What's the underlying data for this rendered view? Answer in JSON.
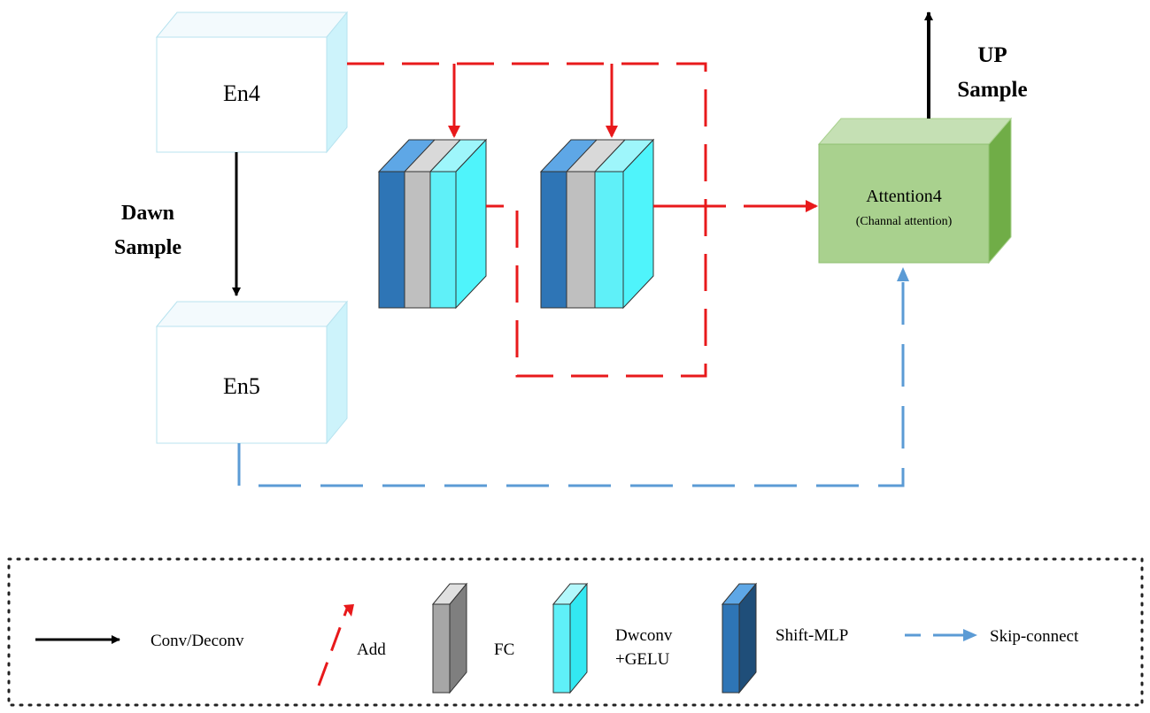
{
  "blocks": {
    "en4": "En4",
    "en5": "En5",
    "attention_title": "Attention4",
    "attention_subtitle": "(Channal attention)"
  },
  "labels": {
    "down_sample_line1": "Dawn",
    "down_sample_line2": "Sample",
    "up_sample_line1": "UP",
    "up_sample_line2": "Sample"
  },
  "legend": {
    "conv": "Conv/Deconv",
    "add": "Add",
    "fc": "FC",
    "dwconv_line1": "Dwconv",
    "dwconv_line2": "+GELU",
    "shift_mlp": "Shift-MLP",
    "skip": "Skip-connect"
  },
  "colors": {
    "red_dash": "#e8191b",
    "blue_dash": "#5b9bd5",
    "shift_mlp": "#2e75b6",
    "fc": "#bfbfbf",
    "dwconv": "#5ff0f8",
    "attention": "#a9d18e"
  }
}
